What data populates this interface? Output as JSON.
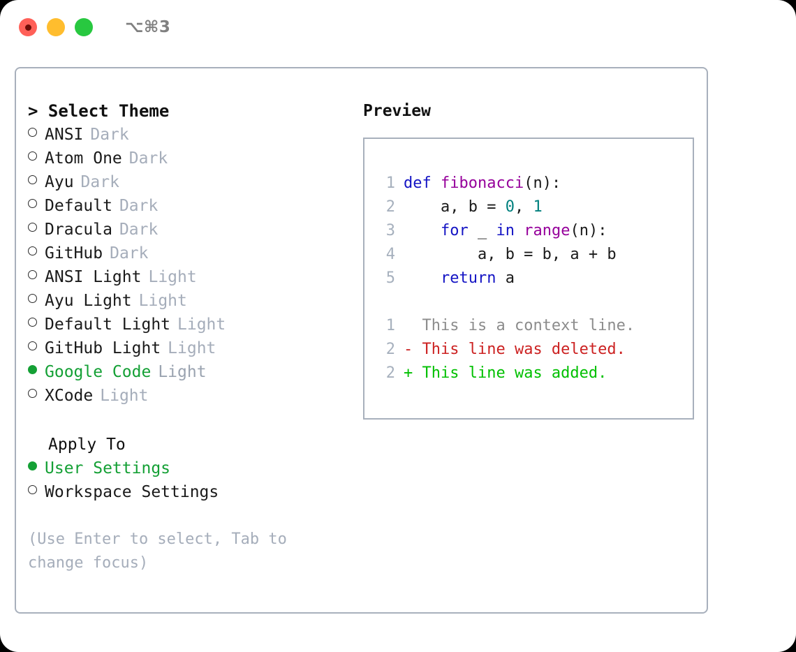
{
  "titlebar": {
    "shortcut": "⌥⌘3",
    "lights": [
      "close-red",
      "minimize-yellow",
      "maximize-green"
    ]
  },
  "theme_picker": {
    "heading": "> Select Theme",
    "options": [
      {
        "label": "ANSI",
        "tag": "Dark",
        "selected": false
      },
      {
        "label": "Atom One",
        "tag": "Dark",
        "selected": false
      },
      {
        "label": "Ayu",
        "tag": "Dark",
        "selected": false
      },
      {
        "label": "Default",
        "tag": "Dark",
        "selected": false
      },
      {
        "label": "Dracula",
        "tag": "Dark",
        "selected": false
      },
      {
        "label": "GitHub",
        "tag": "Dark",
        "selected": false
      },
      {
        "label": "ANSI Light",
        "tag": "Light",
        "selected": false
      },
      {
        "label": "Ayu Light",
        "tag": "Light",
        "selected": false
      },
      {
        "label": "Default Light",
        "tag": "Light",
        "selected": false
      },
      {
        "label": "GitHub Light",
        "tag": "Light",
        "selected": false
      },
      {
        "label": "Google Code",
        "tag": "Light",
        "selected": true
      },
      {
        "label": "XCode",
        "tag": "Light",
        "selected": false
      }
    ]
  },
  "apply_to": {
    "heading": "Apply To",
    "options": [
      {
        "label": "User Settings",
        "selected": true
      },
      {
        "label": "Workspace Settings",
        "selected": false
      }
    ]
  },
  "hint": "(Use Enter to select, Tab to change focus)",
  "preview": {
    "heading": "Preview",
    "code_lines": [
      {
        "n": "1",
        "segments": [
          {
            "t": "def ",
            "c": "kw"
          },
          {
            "t": "fibonacci",
            "c": "fn"
          },
          {
            "t": "(n):",
            "c": "pl"
          }
        ]
      },
      {
        "n": "2",
        "segments": [
          {
            "t": "    a, b = ",
            "c": "pl"
          },
          {
            "t": "0",
            "c": "num"
          },
          {
            "t": ", ",
            "c": "pl"
          },
          {
            "t": "1",
            "c": "num"
          }
        ]
      },
      {
        "n": "3",
        "segments": [
          {
            "t": "    ",
            "c": "pl"
          },
          {
            "t": "for",
            "c": "kw"
          },
          {
            "t": " _ ",
            "c": "pl"
          },
          {
            "t": "in",
            "c": "kw"
          },
          {
            "t": " ",
            "c": "pl"
          },
          {
            "t": "range",
            "c": "fn"
          },
          {
            "t": "(n):",
            "c": "pl"
          }
        ]
      },
      {
        "n": "4",
        "segments": [
          {
            "t": "        a, b = b, a + b",
            "c": "pl"
          }
        ]
      },
      {
        "n": "5",
        "segments": [
          {
            "t": "    ",
            "c": "pl"
          },
          {
            "t": "return",
            "c": "kw"
          },
          {
            "t": " a",
            "c": "pl"
          }
        ]
      }
    ],
    "diff_lines": [
      {
        "n": "1",
        "marker": "  ",
        "text": "This is a context line.",
        "kind": "ctx"
      },
      {
        "n": "2",
        "marker": "- ",
        "text": "This line was deleted.",
        "kind": "del"
      },
      {
        "n": "2",
        "marker": "+ ",
        "text": "This line was added.",
        "kind": "add"
      }
    ]
  },
  "colors": {
    "accent_green": "#14a035",
    "muted": "#a5adba",
    "border": "#a8b0bc",
    "keyword": "#1414c4",
    "function": "#96009b",
    "number": "#00807e",
    "diff_context": "#8c8c8c",
    "diff_deleted": "#cc2222",
    "diff_added": "#00c000"
  }
}
